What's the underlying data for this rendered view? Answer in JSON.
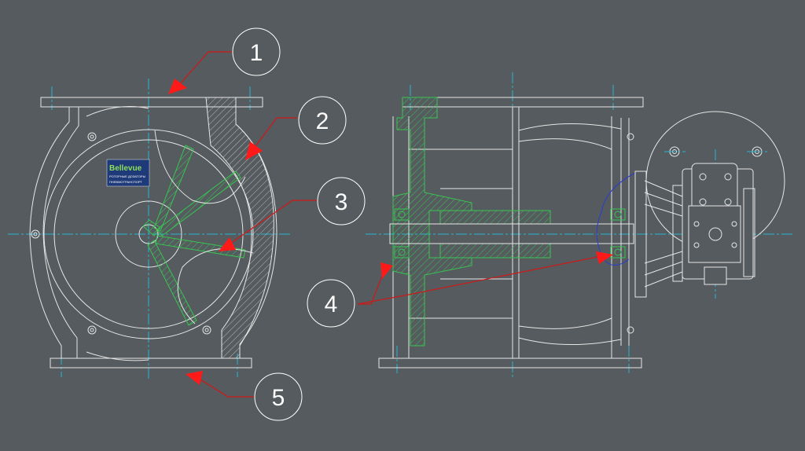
{
  "colors": {
    "background": "#555b5e",
    "line": "#e6e6e6",
    "centerline": "#28b4d2",
    "hatch": "#39c452",
    "leader": "#d01818",
    "arrow": "#ff1a1a",
    "bubble_text": "#ffffff",
    "logo_bg": "#1e3a78",
    "logo_text": "#8ee05a",
    "hidden_edge": "#2a3ccf"
  },
  "callouts": [
    {
      "id": "1",
      "label": "1"
    },
    {
      "id": "2",
      "label": "2"
    },
    {
      "id": "3",
      "label": "3"
    },
    {
      "id": "4",
      "label": "4"
    },
    {
      "id": "5",
      "label": "5"
    }
  ],
  "views": {
    "front": "front-section-view",
    "side": "side-section-view",
    "gearbox": "gearbox-motor-view"
  },
  "nameplate": {
    "brand": "Bellevue",
    "line1": "РОТОРНЫЕ ДОЗАТОРЫ",
    "line2": "ПНЕВМОТРАНСПОРТ"
  }
}
